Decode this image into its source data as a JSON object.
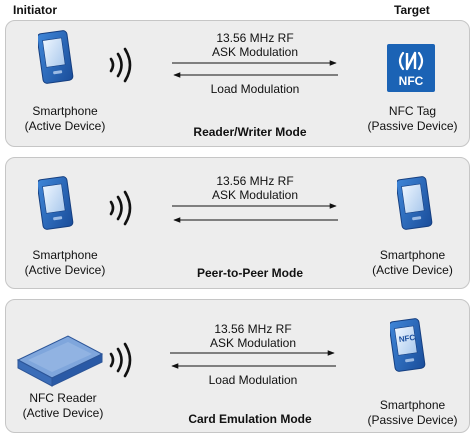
{
  "header": {
    "initiator": "Initiator",
    "target": "Target"
  },
  "panels": [
    {
      "mode": "Reader/Writer Mode",
      "forward": [
        "13.56 MHz RF",
        "ASK Modulation"
      ],
      "backward": "Load Modulation",
      "initiator": [
        "Smartphone",
        "(Active Device)"
      ],
      "target": [
        "NFC Tag",
        "(Passive Device)"
      ],
      "tag_text": "NFC"
    },
    {
      "mode": "Peer-to-Peer Mode",
      "forward": [
        "13.56 MHz RF",
        "ASK Modulation"
      ],
      "initiator": [
        "Smartphone",
        "(Active Device)"
      ],
      "target": [
        "Smartphone",
        "(Active Device)"
      ]
    },
    {
      "mode": "Card Emulation Mode",
      "forward": [
        "13.56 MHz RF",
        "ASK Modulation"
      ],
      "backward": "Load Modulation",
      "initiator": [
        "NFC Reader",
        "(Active Device)"
      ],
      "target": [
        "Smartphone",
        "(Passive Device)"
      ],
      "phone_text": "NFC"
    }
  ],
  "colors": {
    "phone": "#2a63b7",
    "nfc_tag": "#1b63b5",
    "panel": "#ededed",
    "reader": "#5b88c9"
  }
}
